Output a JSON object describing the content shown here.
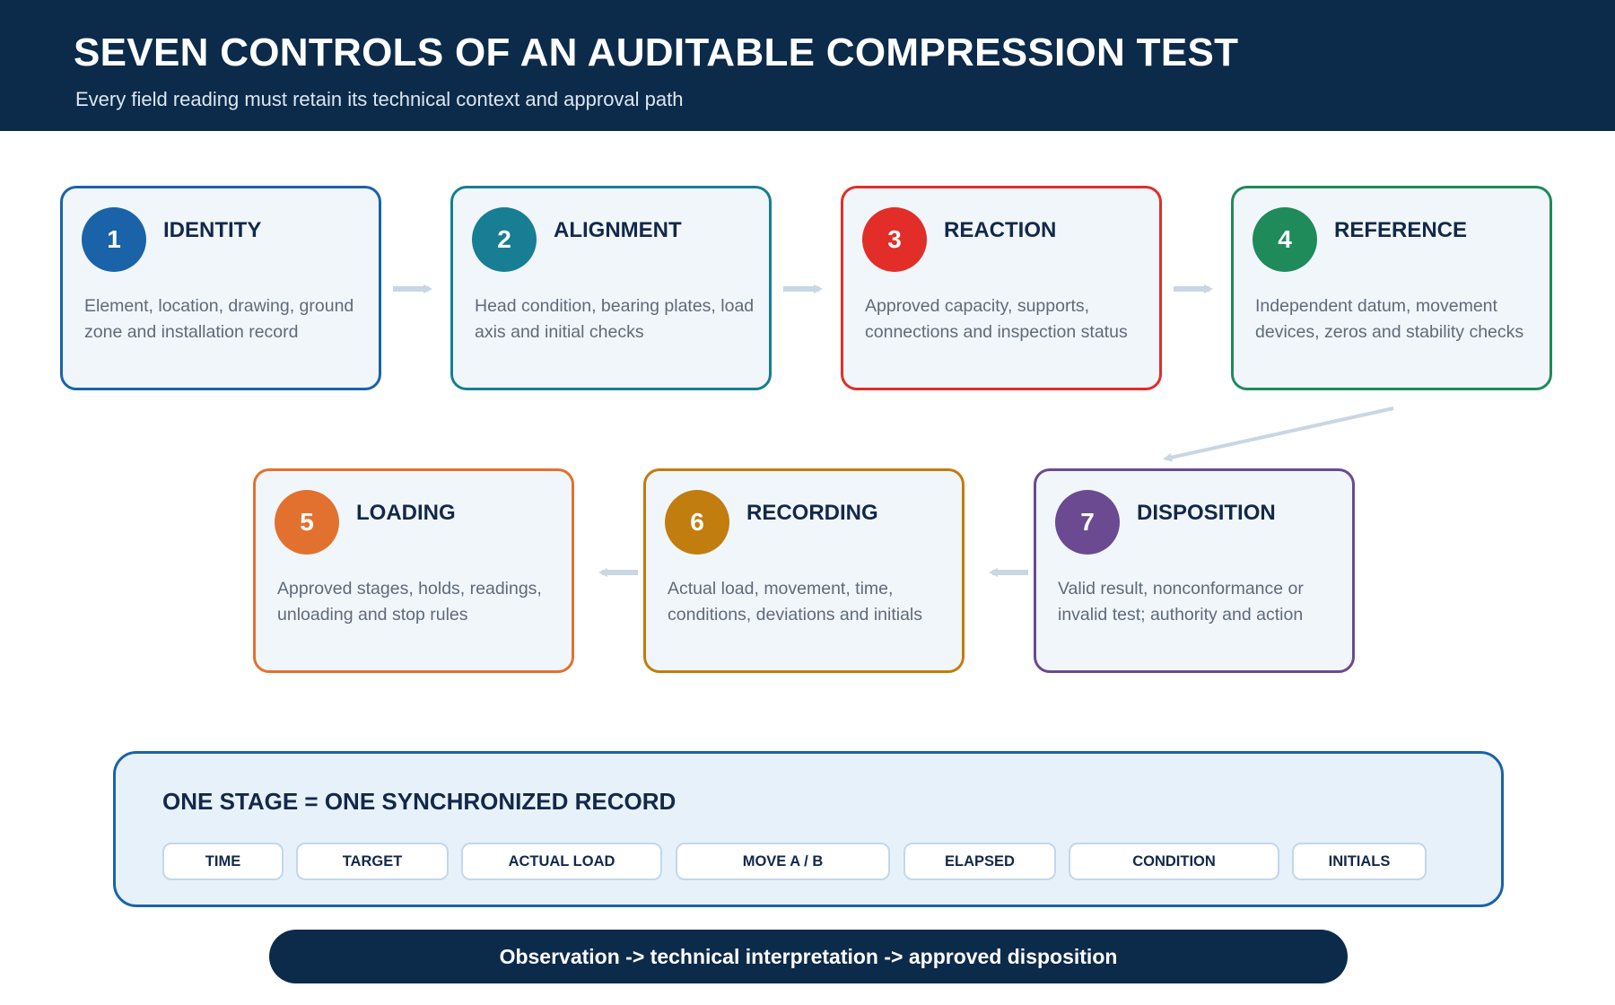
{
  "header": {
    "title": "SEVEN CONTROLS OF AN AUDITABLE COMPRESSION TEST",
    "subtitle": "Every field reading must retain its technical context and approval path"
  },
  "steps": [
    {
      "number": "1",
      "title": "IDENTITY",
      "description": "Element, location, drawing, ground zone and installation record",
      "color": "#1a63a8"
    },
    {
      "number": "2",
      "title": "ALIGNMENT",
      "description": "Head condition, bearing plates, load axis and initial checks",
      "color": "#177e94"
    },
    {
      "number": "3",
      "title": "REACTION",
      "description": "Approved capacity, supports, connections and inspection status",
      "color": "#e22d28"
    },
    {
      "number": "4",
      "title": "REFERENCE",
      "description": "Independent datum, movement devices, zeros and stability checks",
      "color": "#1f8a5a"
    },
    {
      "number": "5",
      "title": "LOADING",
      "description": "Approved stages, holds, readings, unloading and stop rules",
      "color": "#e2712f"
    },
    {
      "number": "6",
      "title": "RECORDING",
      "description": "Actual load, movement, time, conditions, deviations and initials",
      "color": "#c17d0d"
    },
    {
      "number": "7",
      "title": "DISPOSITION",
      "description": "Valid result, nonconformance or invalid test; authority and action",
      "color": "#6b4a91"
    }
  ],
  "record_panel": {
    "title": "ONE STAGE = ONE SYNCHRONIZED RECORD",
    "fields": [
      "TIME",
      "TARGET",
      "ACTUAL LOAD",
      "MOVE A / B",
      "ELAPSED",
      "CONDITION",
      "INITIALS"
    ]
  },
  "footer": {
    "text": "Observation -> technical interpretation -> approved disposition"
  },
  "colors": {
    "header_bg": "#0c2b4b",
    "arrow": "#c9d6e3",
    "card_bg": "#f1f6fa",
    "panel_bg": "#e7f1f9"
  }
}
